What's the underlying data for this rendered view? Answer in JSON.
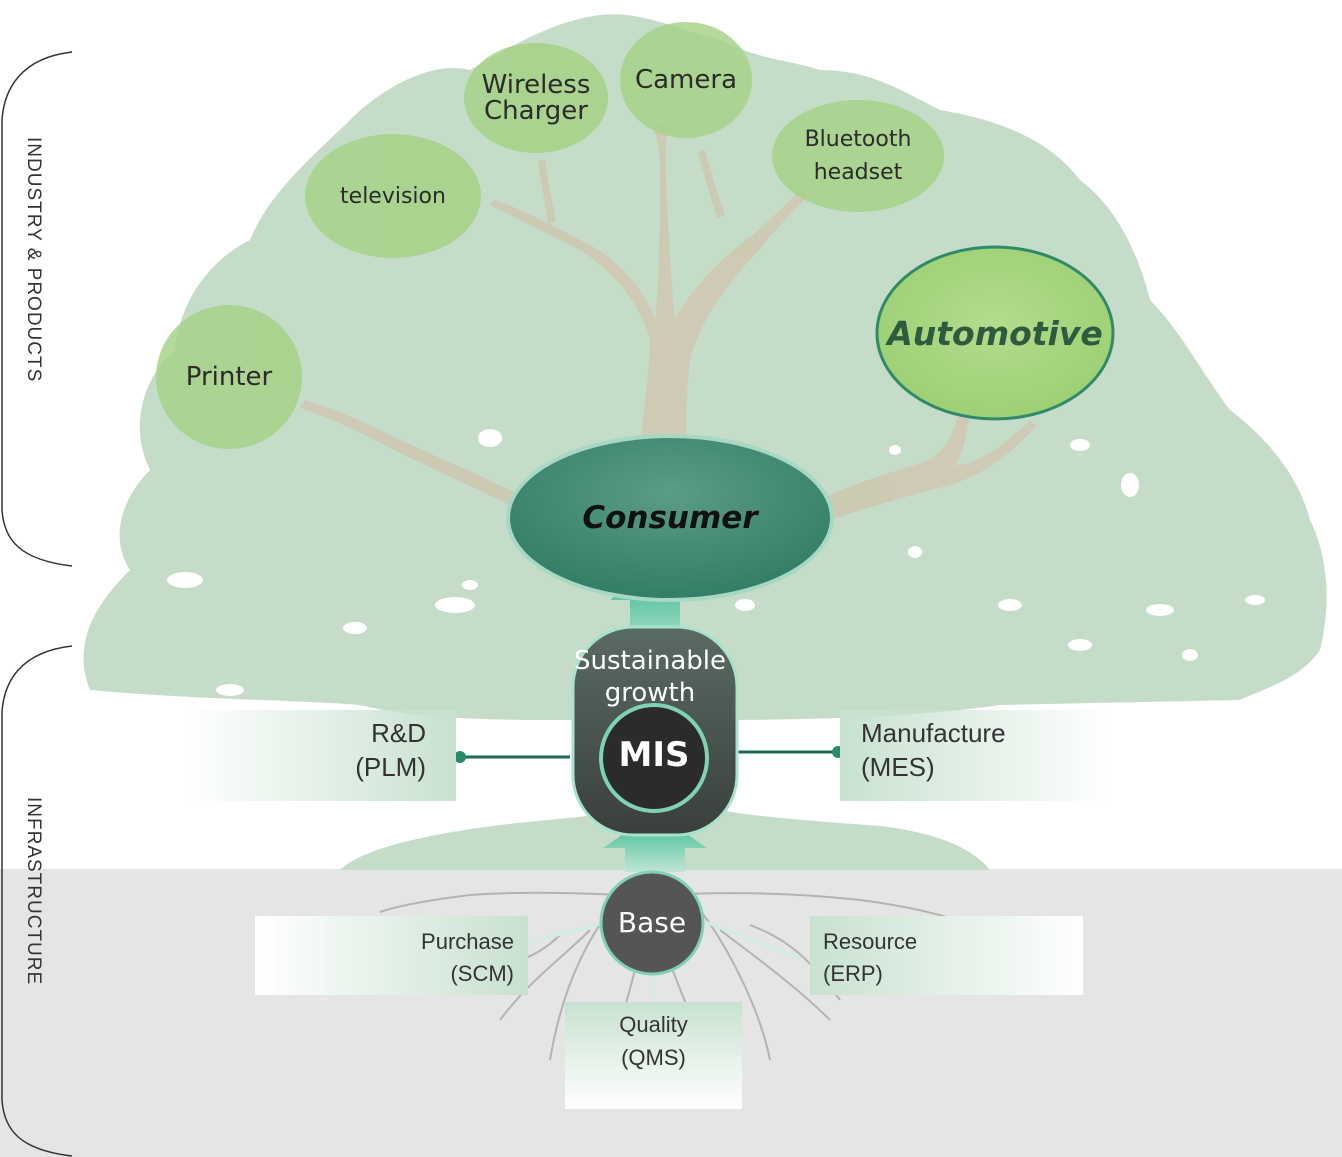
{
  "side_labels": {
    "top": "INDUSTRY & PRODUCTS",
    "bottom": "INFRASTRUCTURE"
  },
  "products": {
    "wireless_charger": [
      "Wireless",
      "Charger"
    ],
    "camera": "Camera",
    "television": "television",
    "bluetooth_headset": [
      "Bluetooth",
      "headset"
    ],
    "printer": "Printer",
    "automotive": "Automotive",
    "consumer": "Consumer"
  },
  "core": {
    "sustainable_growth": [
      "Sustainable",
      "growth"
    ],
    "mis": "MIS",
    "base": "Base"
  },
  "systems": {
    "rnd": [
      "R&D",
      "(PLM)"
    ],
    "manufacture": [
      "Manufacture",
      "(MES)"
    ],
    "purchase": [
      "Purchase",
      "(SCM)"
    ],
    "resource": [
      "Resource",
      "(ERP)"
    ],
    "quality": [
      "Quality",
      "(QMS)"
    ]
  },
  "colors": {
    "canopy": "#c3dcc6",
    "leaf_circle": "#a6d283",
    "trunk": "#cdc7b3",
    "consumer": "#3f8a73",
    "arrow": "#2fb087",
    "mis_dark": "#2a2a2a",
    "ground": "#e5e5e5"
  }
}
